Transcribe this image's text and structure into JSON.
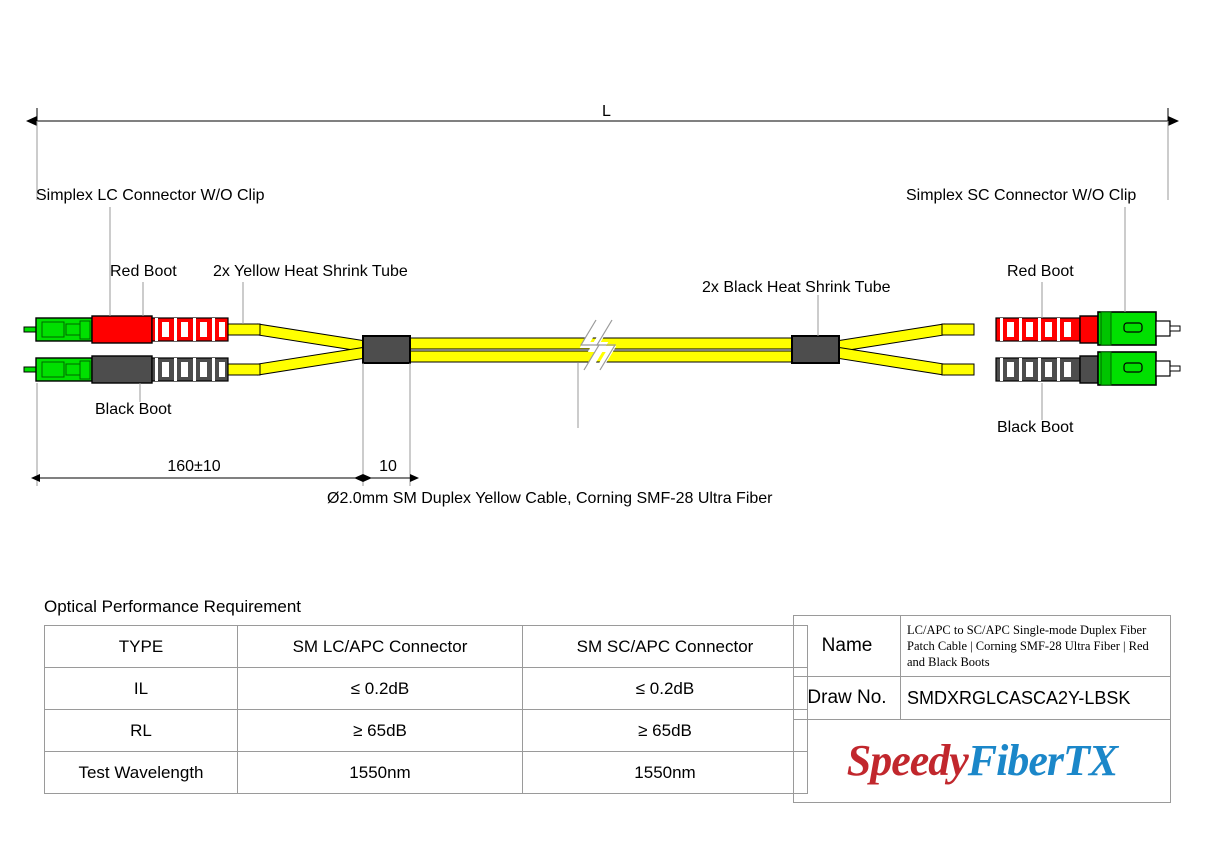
{
  "drawing": {
    "overall_dimension_label": "L",
    "callouts": {
      "left_connector": "Simplex LC Connector W/O Clip",
      "left_red_boot": "Red Boot",
      "left_black_boot": "Black Boot",
      "yellow_heat_shrink": "2x Yellow Heat Shrink Tube",
      "black_heat_shrink": "2x Black Heat Shrink Tube",
      "right_connector": "Simplex SC Connector W/O Clip",
      "right_red_boot": "Red Boot",
      "right_black_boot": "Black Boot"
    },
    "dimensions": {
      "leg_length": "160±10",
      "furcation_length": "10"
    },
    "cable_note": "Ø2.0mm SM Duplex Yellow Cable, Corning SMF-28 Ultra Fiber",
    "colors": {
      "connector_green": "#00e000",
      "boot_red": "#ff0000",
      "boot_black": "#4d4d4d",
      "cable_yellow": "#ffff00",
      "outline": "#000000",
      "leader_line": "#808080"
    }
  },
  "performance": {
    "title": "Optical Performance Requirement",
    "headers": [
      "TYPE",
      "SM LC/APC Connector",
      "SM SC/APC Connector"
    ],
    "rows": [
      {
        "type": "IL",
        "lc": "≤ 0.2dB",
        "sc": "≤ 0.2dB"
      },
      {
        "type": "RL",
        "lc": "≥ 65dB",
        "sc": "≥ 65dB"
      },
      {
        "type": "Test Wavelength",
        "lc": "1550nm",
        "sc": "1550nm"
      }
    ]
  },
  "title_block": {
    "name_label": "Name",
    "name_value": "LC/APC to SC/APC Single-mode Duplex Fiber Patch Cable | Corning SMF-28 Ultra Fiber | Red and Black Boots",
    "draw_no_label": "Draw No.",
    "draw_no_value": "SMDXRGLCASCA2Y-LBSK",
    "logo": {
      "part_a": "Speedy",
      "part_b": "FiberTX",
      "color_a": "#c1272d",
      "color_b": "#1b87c9"
    }
  }
}
